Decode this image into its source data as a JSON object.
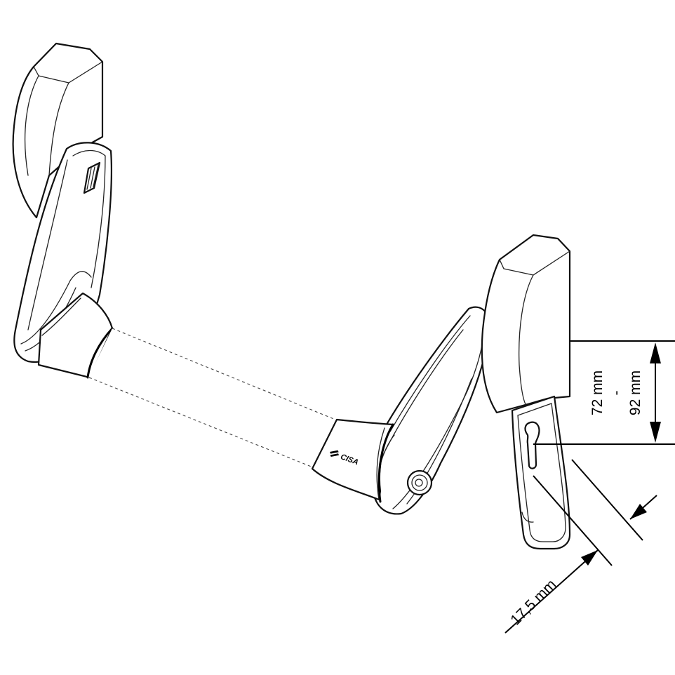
{
  "dimensions": {
    "height_range": {
      "min": "72 mm",
      "separator": "-",
      "max": "92 mm"
    },
    "offset": "17,5 mm"
  },
  "brand": {
    "logo_text": "CISA"
  },
  "colors": {
    "line": "#111111",
    "background": "#ffffff"
  }
}
